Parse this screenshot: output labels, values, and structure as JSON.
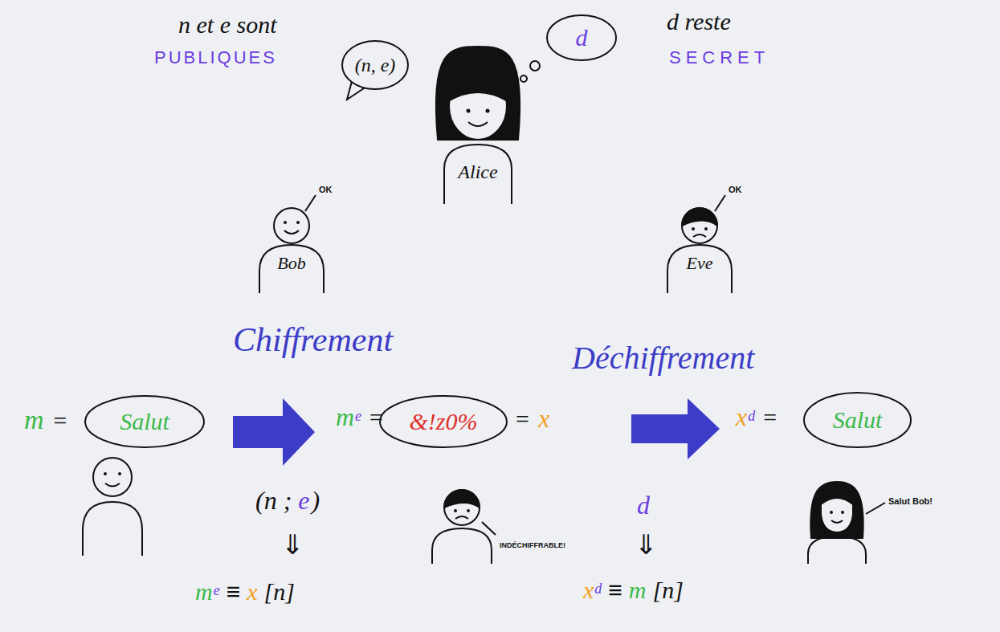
{
  "diagram": {
    "nodes": [
      {
        "text": [
          "(n, e)"
        ]
      },
      {
        "text": [
          "d"
        ]
      },
      {
        "text": [
          "Alice"
        ]
      },
      {
        "text": [
          "Bob"
        ]
      },
      {
        "text": [
          "Eve"
        ]
      },
      {
        "text": [
          "Salut"
        ]
      },
      {
        "text": [
          "&!z0%"
        ]
      },
      {
        "text": [
          "Salut"
        ]
      }
    ],
    "labels": [
      "n et e sont",
      "PUBLIQUES",
      "d reste",
      "SECRET",
      "OK",
      "OK",
      "Chiffrement",
      "Déchiffrement",
      "m",
      "=",
      "(n ;",
      "e",
      ")",
      "⇓",
      "m",
      "e",
      "≡",
      "x",
      "[n]",
      "m",
      "e",
      "=",
      "=",
      "x",
      "INDÉCHIFFRABLE!",
      "d",
      "⇓",
      "x",
      "d",
      "≡",
      "m",
      "[n]",
      "x",
      "d",
      "=",
      "Salut Bob!"
    ]
  }
}
